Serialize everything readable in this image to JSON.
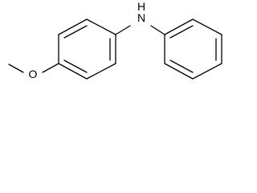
{
  "molecule": {
    "atoms": {
      "nitrogen": "N",
      "hydrogen": "H",
      "oxygen": "O"
    }
  },
  "colors": {
    "bond": "#000000",
    "background": "#ffffff"
  }
}
